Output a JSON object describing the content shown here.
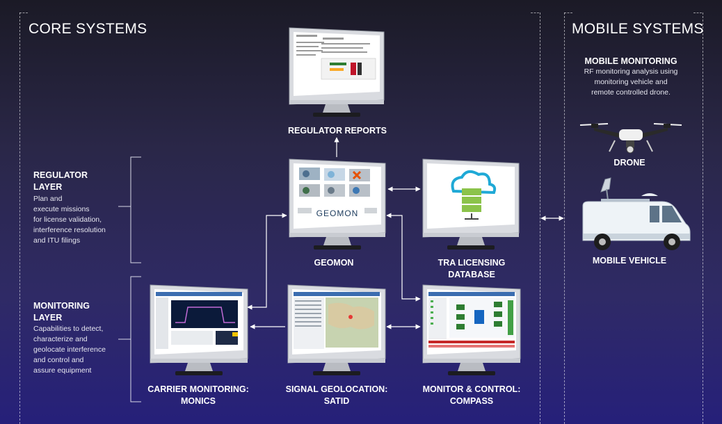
{
  "sections": {
    "core_title": "CORE SYSTEMS",
    "mobile_title": "MOBILE SYSTEMS"
  },
  "layers": {
    "regulator": {
      "title_line1": "REGULATOR",
      "title_line2": "LAYER",
      "desc": [
        "Plan and",
        "execute missions",
        "for license validation,",
        "interference resolution",
        "and ITU filings"
      ]
    },
    "monitoring": {
      "title_line1": "MONITORING",
      "title_line2": "LAYER",
      "desc": [
        "Capabilities to detect,",
        "characterize and",
        "geolocate interference",
        "and control and",
        "assure equipment"
      ]
    }
  },
  "nodes": {
    "regulator_reports": {
      "label": "REGULATOR REPORTS"
    },
    "geomon": {
      "label": "GEOMON",
      "screen_brand": "GEOMON"
    },
    "tra": {
      "label_line1": "TRA LICENSING",
      "label_line2": "DATABASE"
    },
    "monics": {
      "label_line1": "CARRIER MONITORING:",
      "label_line2": "MONICS"
    },
    "satid": {
      "label_line1": "SIGNAL GEOLOCATION:",
      "label_line2": "SATID"
    },
    "compass": {
      "label_line1": "MONITOR & CONTROL:",
      "label_line2": "COMPASS"
    }
  },
  "mobile": {
    "monitoring_title": "MOBILE MONITORING",
    "monitoring_desc": [
      "RF monitoring analysis using",
      "monitoring vehicle and",
      "remote controlled drone."
    ],
    "drone_label": "DRONE",
    "vehicle_label": "MOBILE VEHICLE"
  },
  "colors": {
    "arrow": "#ffffff",
    "monitor_frame": "#d9dbe0",
    "cloud_blue": "#1fa9d6",
    "server_green": "#8bc34a"
  }
}
